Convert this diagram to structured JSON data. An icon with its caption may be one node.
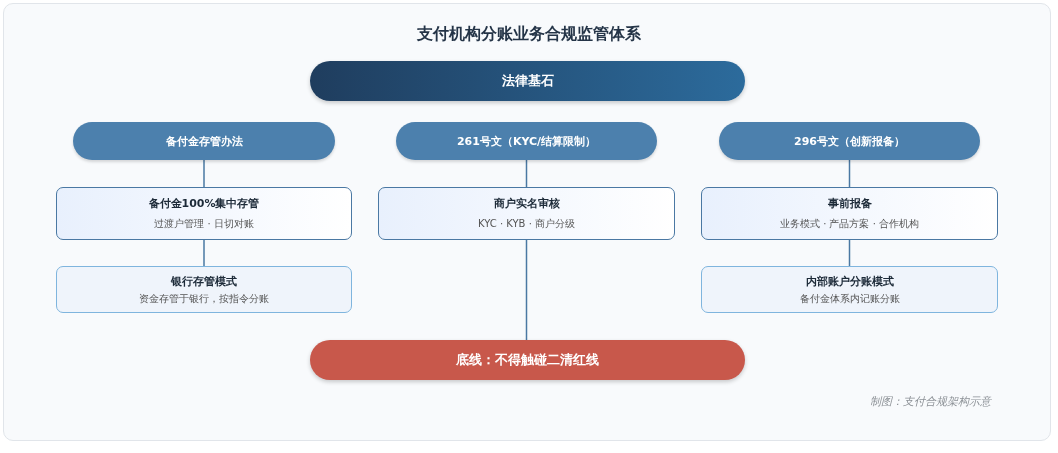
{
  "diagram": {
    "title": "支付机构分账业务合规监管体系",
    "caption": "制图：支付合规架构示意",
    "nodes": [
      {
        "text": [
          "法律基石"
        ]
      },
      {
        "text": [
          "备付金存管办法"
        ]
      },
      {
        "text": [
          "261号文（KYC/结算限制）"
        ]
      },
      {
        "text": [
          "296号文（创新报备）"
        ]
      },
      {
        "text": [
          "备付金100%集中存管",
          "过渡户管理 · 日切对账"
        ]
      },
      {
        "text": [
          "商户实名审核",
          "KYC · KYB · 商户分级"
        ]
      },
      {
        "text": [
          "事前报备",
          "业务模式 · 产品方案 · 合作机构"
        ]
      },
      {
        "text": [
          "银行存管模式",
          "资金存管于银行，按指令分账"
        ]
      },
      {
        "text": [
          "内部账户分账模式",
          "备付金体系内记账分账"
        ]
      },
      {
        "text": [
          "底线：不得触碰二清红线"
        ]
      }
    ],
    "edges": [
      {
        "from": 1,
        "to": 4,
        "arrow": "none"
      },
      {
        "from": 2,
        "to": 5,
        "arrow": "none"
      },
      {
        "from": 3,
        "to": 6,
        "arrow": "none"
      },
      {
        "from": 4,
        "to": 7,
        "arrow": "none"
      },
      {
        "from": 6,
        "to": 8,
        "arrow": "none"
      },
      {
        "from": 5,
        "to": 9,
        "arrow": "none"
      }
    ]
  }
}
